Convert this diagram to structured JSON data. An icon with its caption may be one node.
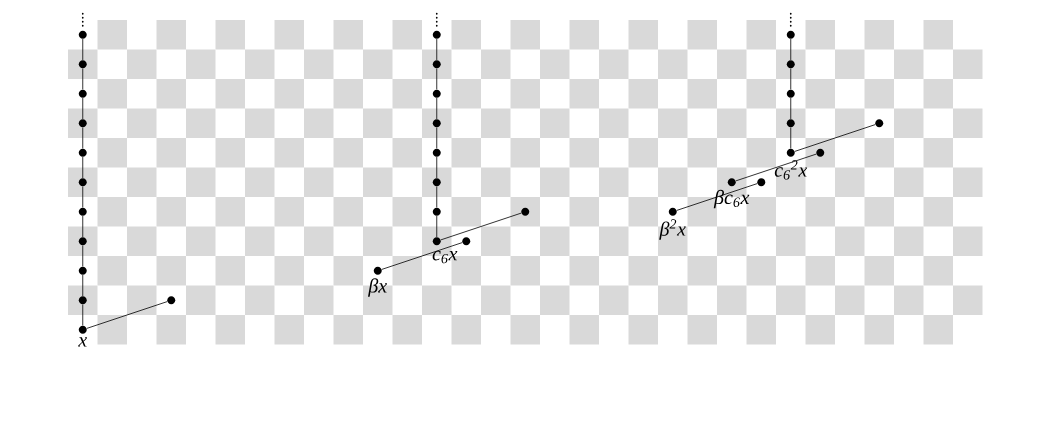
{
  "diagram": {
    "nodes": [
      {
        "text": [],
        "shape": "circle"
      },
      {
        "text": [],
        "shape": "circle"
      },
      {
        "text": [],
        "shape": "circle"
      },
      {
        "text": [],
        "shape": "circle"
      },
      {
        "text": [],
        "shape": "circle"
      },
      {
        "text": [],
        "shape": "circle"
      },
      {
        "text": [],
        "shape": "circle"
      },
      {
        "text": [],
        "shape": "circle"
      },
      {
        "text": [],
        "shape": "circle"
      },
      {
        "text": [],
        "shape": "circle"
      },
      {
        "text": [],
        "shape": "circle",
        "beside": [
          "x"
        ]
      },
      {
        "text": [],
        "shape": "circle"
      },
      {
        "text": [],
        "shape": "circle"
      },
      {
        "text": [],
        "shape": "circle"
      },
      {
        "text": [],
        "shape": "circle"
      },
      {
        "text": [],
        "shape": "circle"
      },
      {
        "text": [],
        "shape": "circle"
      },
      {
        "text": [],
        "shape": "circle"
      },
      {
        "text": [],
        "shape": "circle"
      },
      {
        "text": [],
        "shape": "circle",
        "beside": [
          "c$_{6}$x"
        ]
      },
      {
        "text": [],
        "shape": "circle"
      },
      {
        "text": [],
        "shape": "circle",
        "beside": [
          "βx"
        ]
      },
      {
        "text": [],
        "shape": "circle"
      },
      {
        "text": [],
        "shape": "circle"
      },
      {
        "text": [],
        "shape": "circle"
      },
      {
        "text": [],
        "shape": "circle"
      },
      {
        "text": [],
        "shape": "circle"
      },
      {
        "text": [],
        "shape": "circle",
        "beside": [
          "c$_{6}$$^{2}$x"
        ]
      },
      {
        "text": [],
        "shape": "circle"
      },
      {
        "text": [],
        "shape": "circle",
        "beside": [
          "βc$_{6}$x"
        ]
      },
      {
        "text": [],
        "shape": "circle"
      },
      {
        "text": [],
        "shape": "circle",
        "beside": [
          "β$^{2}$x"
        ]
      },
      {
        "text": [],
        "shape": "circle"
      }
    ],
    "edges": [
      {
        "from": 0,
        "to": 1,
        "arrow": "none"
      },
      {
        "from": 1,
        "to": 2,
        "arrow": "none"
      },
      {
        "from": 2,
        "to": 3,
        "arrow": "none"
      },
      {
        "from": 3,
        "to": 4,
        "arrow": "none"
      },
      {
        "from": 4,
        "to": 5,
        "arrow": "none"
      },
      {
        "from": 5,
        "to": 6,
        "arrow": "none"
      },
      {
        "from": 6,
        "to": 7,
        "arrow": "none"
      },
      {
        "from": 7,
        "to": 8,
        "arrow": "none"
      },
      {
        "from": 8,
        "to": 9,
        "arrow": "none"
      },
      {
        "from": 9,
        "to": 10,
        "arrow": "none"
      },
      {
        "from": 10,
        "to": 11,
        "arrow": "none"
      },
      {
        "from": 12,
        "to": 13,
        "arrow": "none"
      },
      {
        "from": 13,
        "to": 14,
        "arrow": "none"
      },
      {
        "from": 14,
        "to": 15,
        "arrow": "none"
      },
      {
        "from": 15,
        "to": 16,
        "arrow": "none"
      },
      {
        "from": 16,
        "to": 17,
        "arrow": "none"
      },
      {
        "from": 17,
        "to": 18,
        "arrow": "none"
      },
      {
        "from": 18,
        "to": 19,
        "arrow": "none"
      },
      {
        "from": 19,
        "to": 20,
        "arrow": "none"
      },
      {
        "from": 21,
        "to": 22,
        "arrow": "none"
      },
      {
        "from": 23,
        "to": 24,
        "arrow": "none"
      },
      {
        "from": 24,
        "to": 25,
        "arrow": "none"
      },
      {
        "from": 25,
        "to": 26,
        "arrow": "none"
      },
      {
        "from": 26,
        "to": 27,
        "arrow": "none"
      },
      {
        "from": 27,
        "to": 28,
        "arrow": "none"
      },
      {
        "from": 29,
        "to": 30,
        "arrow": "none"
      },
      {
        "from": 31,
        "to": 32,
        "arrow": "none"
      }
    ]
  }
}
